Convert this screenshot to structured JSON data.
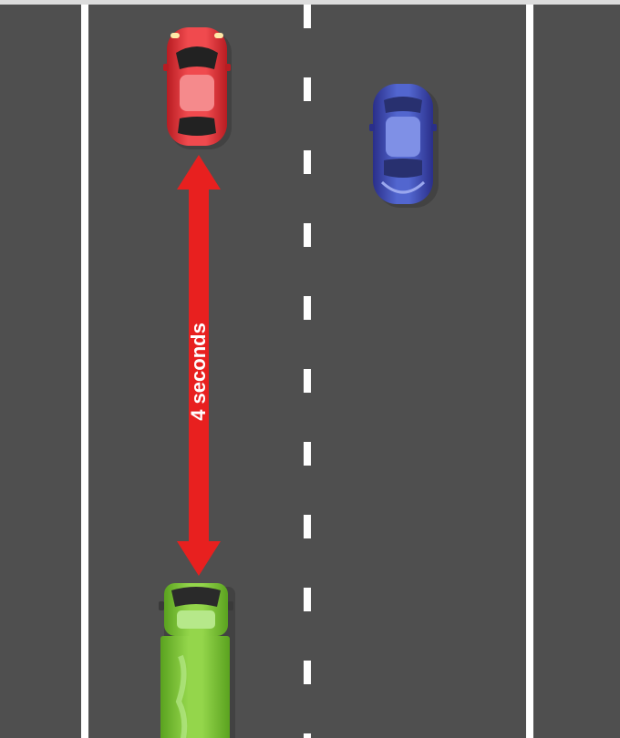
{
  "diagram": {
    "gap_label": "4 seconds",
    "colors": {
      "road": "#4f4f4f",
      "lane_marking": "#ffffff",
      "arrow": "#e8201f",
      "red_car": "#e83a3f",
      "blue_car": "#3d4fb8",
      "green_truck": "#7ec83a",
      "top_edge": "#dcdcdc"
    },
    "vehicles": [
      {
        "name": "red-car",
        "lane": "left",
        "direction": "up"
      },
      {
        "name": "blue-car",
        "lane": "right",
        "direction": "up"
      },
      {
        "name": "green-truck",
        "lane": "left",
        "direction": "up"
      }
    ]
  }
}
